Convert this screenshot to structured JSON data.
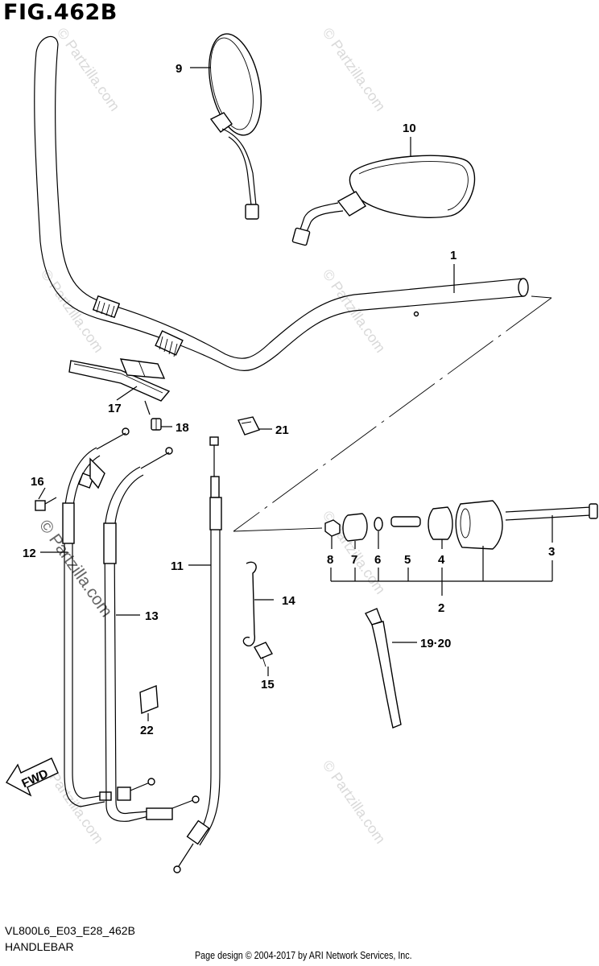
{
  "figure": {
    "title": "FIG.462B",
    "code": "VL800L6_E03_E28_462B",
    "subtitle": "HANDLEBAR",
    "footer": "Page design © 2004-2017 by ARI Network Services, Inc."
  },
  "watermark": "© Partzilla.com",
  "fwd_label": "FWD",
  "callouts": {
    "c1": "1",
    "c2": "2",
    "c3": "3",
    "c4": "4",
    "c5": "5",
    "c6": "6",
    "c7": "7",
    "c8": "8",
    "c9": "9",
    "c10": "10",
    "c11": "11",
    "c12": "12",
    "c13": "13",
    "c14": "14",
    "c15": "15",
    "c16": "16",
    "c17": "17",
    "c18": "18",
    "c19_20": "19·20",
    "c21": "21",
    "c22": "22"
  }
}
